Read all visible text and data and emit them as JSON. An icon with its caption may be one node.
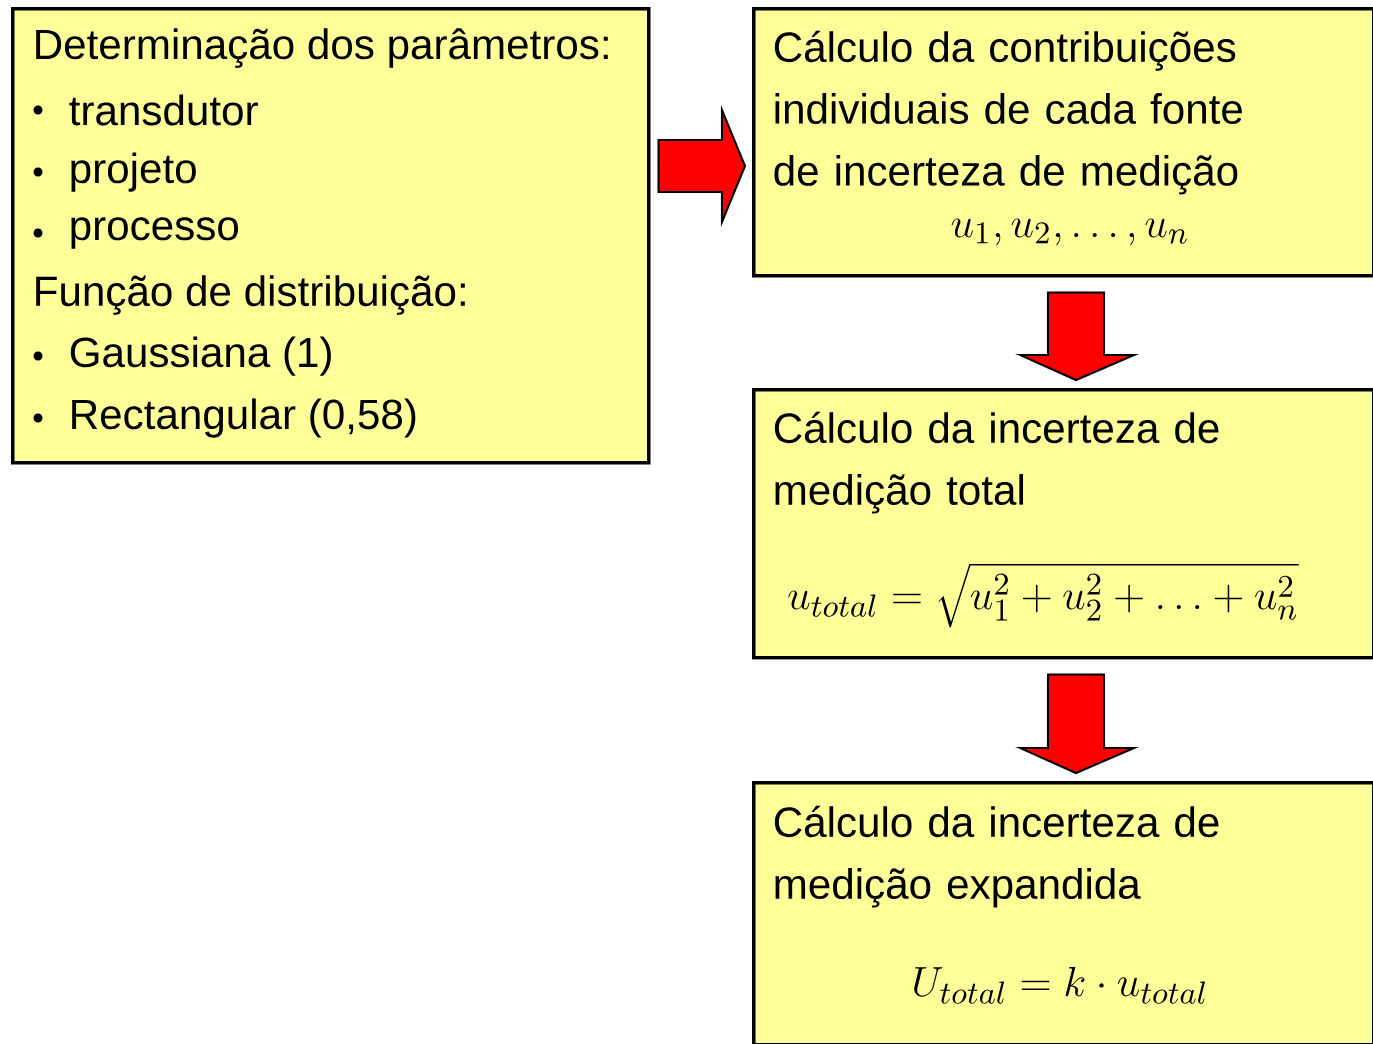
{
  "diagram": {
    "nodes": [
      {
        "text": [
          "Determinação dos parâmetros:",
          "transdutor",
          "projeto",
          "processo",
          "Função de distribuição:",
          "Gaussiana (1)",
          "Rectangular (0,58)"
        ]
      },
      {
        "text": [
          "Cálculo da contribuições individuais de cada fonte de incerteza de medição",
          "u_{1},u_{2},\\ldots,u_{n}"
        ]
      },
      {
        "text": [
          "Cálculo da incerteza de medição total",
          "u_{total}=\\sqrt{u_{1}^{2}+u_{2}^{2}+\\ldots+u_{n}^{2}}"
        ]
      },
      {
        "text": [
          "Cálculo da incerteza de medição expandida",
          "U_{total}=k\\cdot u_{total}"
        ]
      }
    ],
    "edges": [
      {
        "from": 0,
        "to": 1,
        "arrow": "to"
      },
      {
        "from": 1,
        "to": 2,
        "arrow": "to"
      },
      {
        "from": 2,
        "to": 3,
        "arrow": "to"
      }
    ]
  }
}
